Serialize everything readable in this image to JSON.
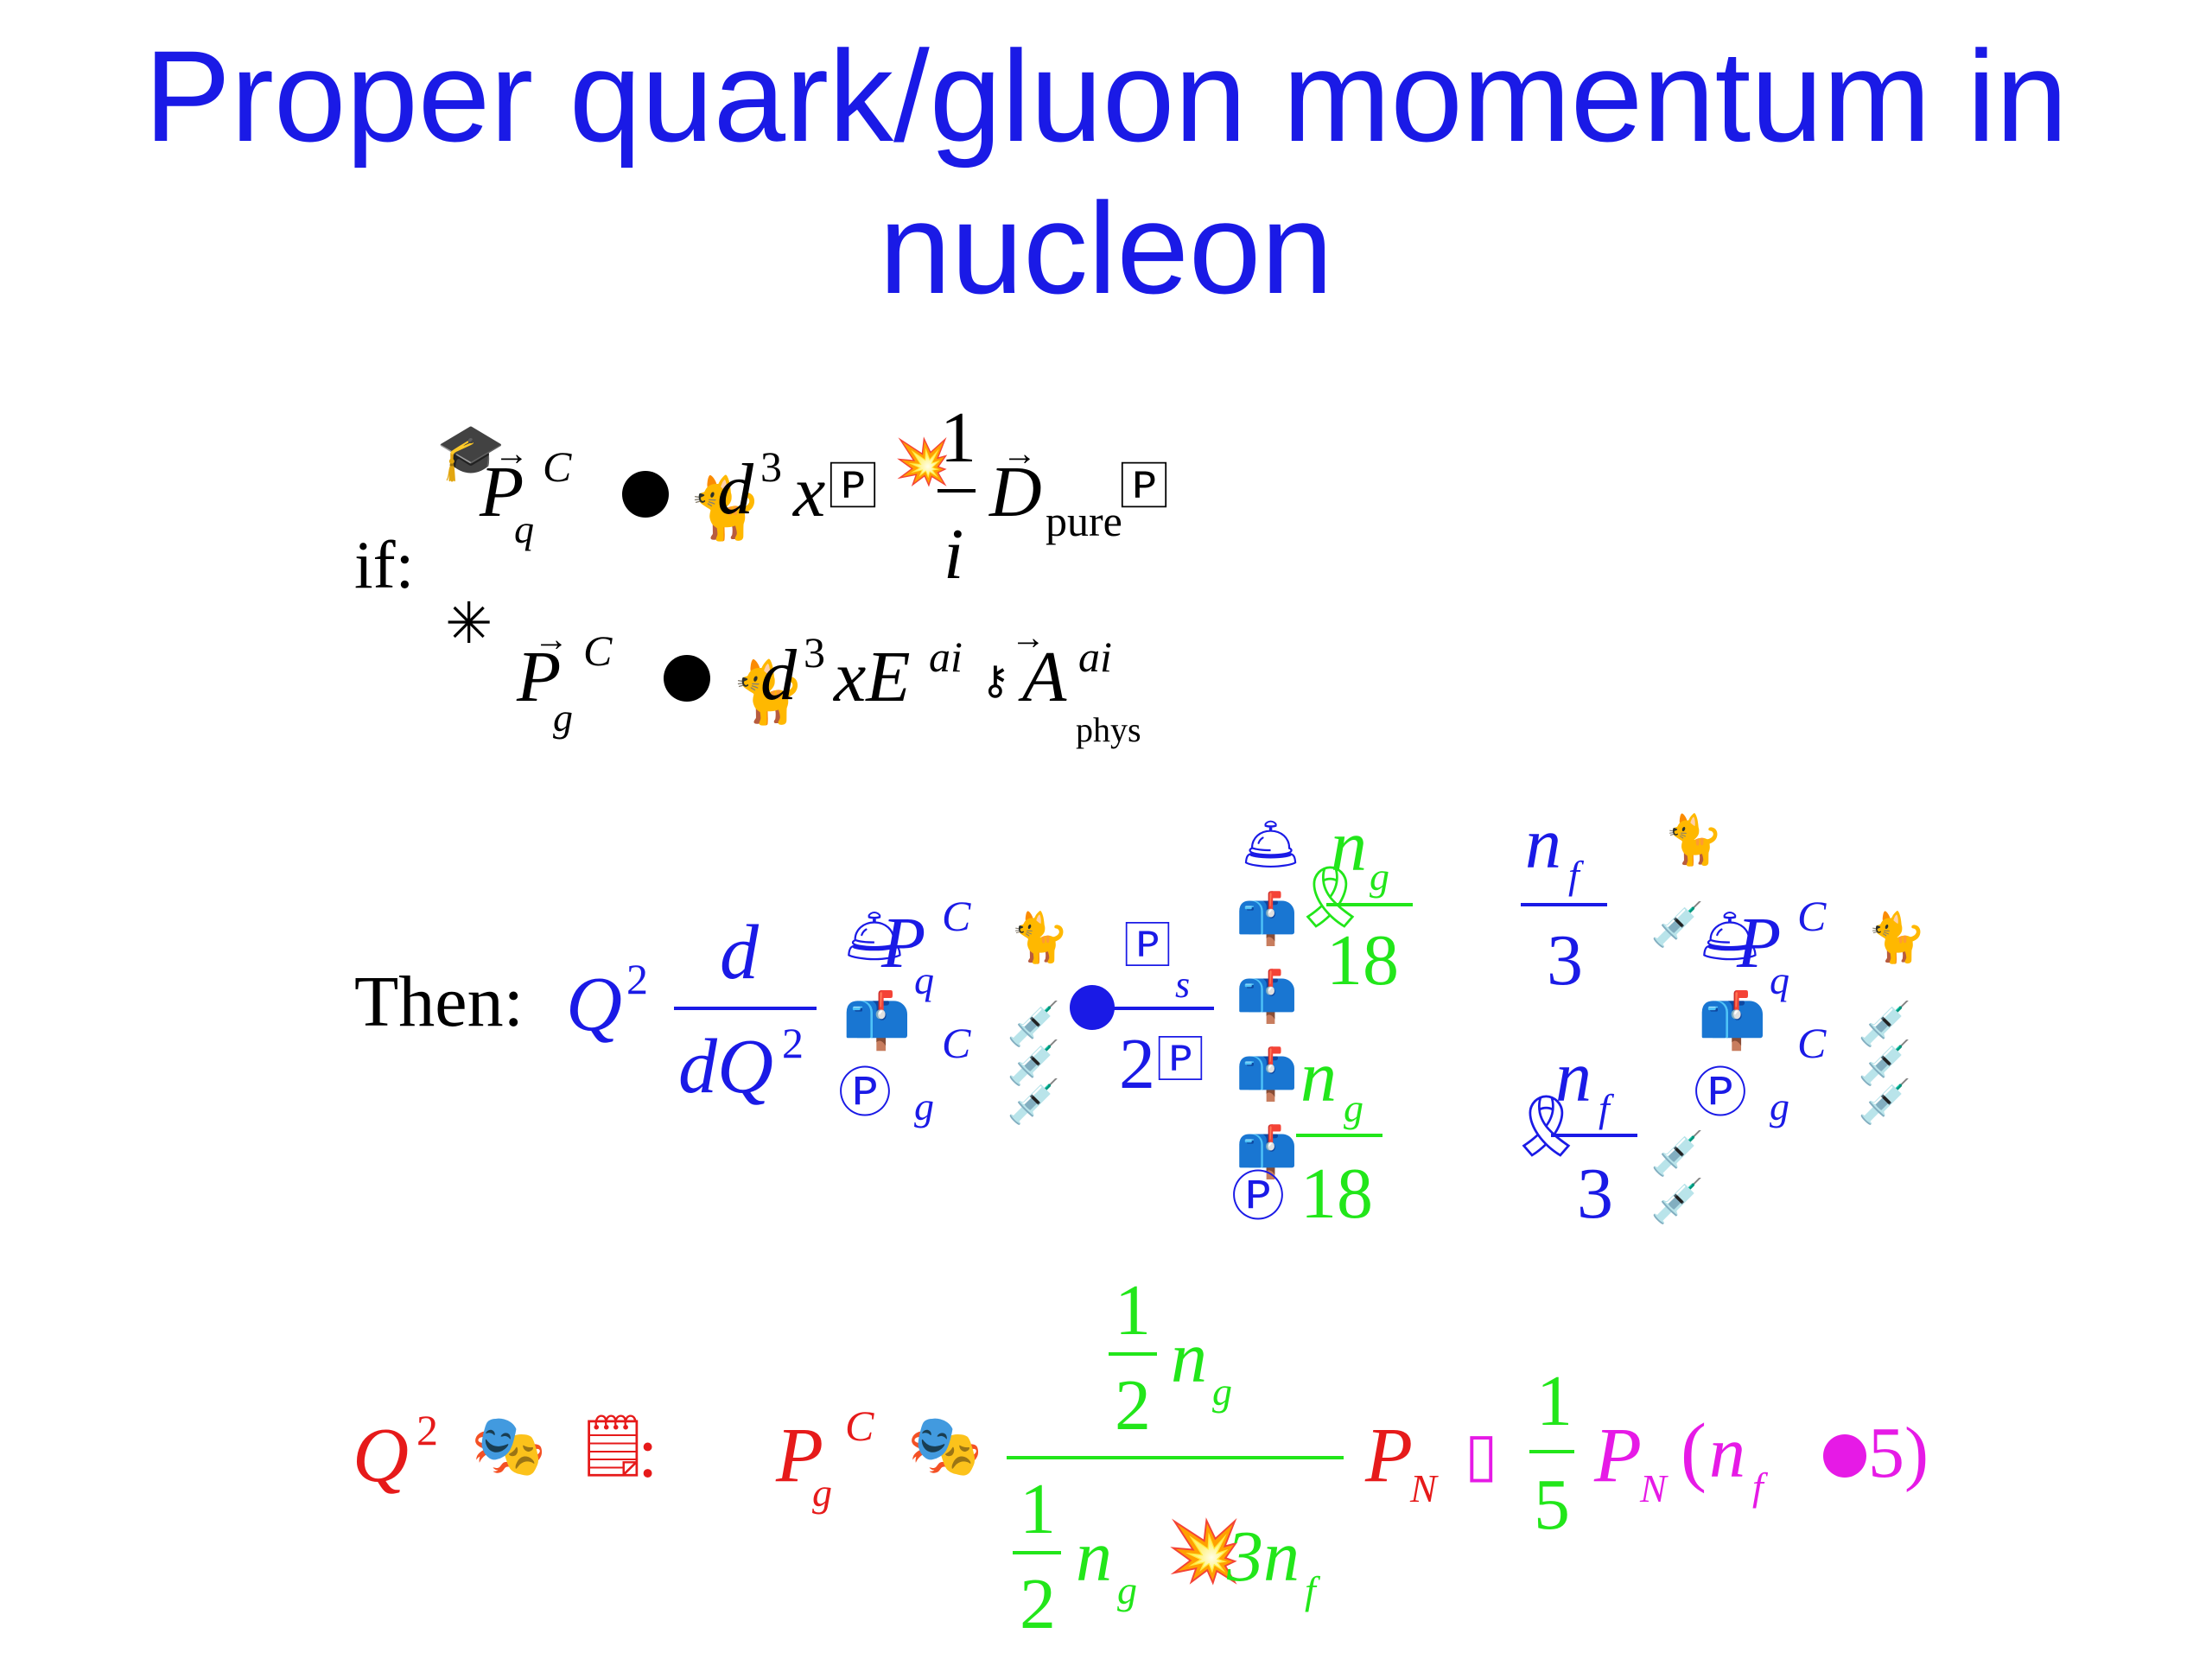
{
  "title": {
    "line1": "Proper quark/gluon momentum in",
    "line2": "nucleon"
  },
  "colors": {
    "title": "#1a1ae6",
    "then_eq": "#1a1ae6",
    "fraction_green": "#22e61a",
    "limit_red": "#e61a1a",
    "limit_magenta": "#e61ae6"
  },
  "if_block": {
    "label": "if:",
    "quark": {
      "P": "P",
      "sup": "C",
      "sub": "q",
      "d": "d",
      "exp": "3",
      "x": "x",
      "frac_num": "1",
      "frac_den": "i",
      "D": "D",
      "D_sub": "pure"
    },
    "gluon": {
      "P": "P",
      "sup": "C",
      "sub": "g",
      "d": "d",
      "exp": "3",
      "xE": "xE",
      "E_sup": "ai",
      "A": "A",
      "A_sup": "ai",
      "A_sub": "phys"
    }
  },
  "then_block": {
    "label": "Then:",
    "Q": "Q",
    "Q_exp": "2",
    "deriv_num": "d",
    "deriv_den": "dQ",
    "deriv_den_exp": "2",
    "Pq": "P",
    "Pq_sup": "C",
    "Pq_sub": "q",
    "Pg_sup": "C",
    "Pg_sub": "g",
    "alpha_sub": "s",
    "two_pi": "2",
    "ng": "n",
    "ng_sub": "g",
    "eighteen": "18",
    "nf": "n",
    "nf_sub": "f",
    "three": "3",
    "Pq2": "P",
    "Pq2_sup": "C",
    "Pq2_sub": "q",
    "Pg2_sup": "C",
    "Pg2_sub": "g"
  },
  "limit_block": {
    "Q": "Q",
    "Q_exp": "2",
    "colon": ":",
    "P": "P",
    "P_sup": "C",
    "P_sub": "g",
    "half": "1",
    "half_den": "2",
    "ng": "n",
    "ng_sub": "g",
    "three_nf": "3n",
    "nf_sub": "f",
    "PN": "P",
    "PN_sub": "N",
    "one": "1",
    "five": "5",
    "PN2": "P",
    "PN2_sub": "N",
    "paren_open": "(",
    "nf": "n",
    "nf2_sub": "f",
    "five_close": "5)"
  },
  "icons": [
    "graduation-cap-icon",
    "hand-icon",
    "cat-icon",
    "bell-icon",
    "ribbon-icon",
    "mailbox-icon",
    "syringe-icon",
    "key-icon",
    "parking-icon",
    "masks-icon",
    "notepad-icon",
    "explosion-icon"
  ]
}
